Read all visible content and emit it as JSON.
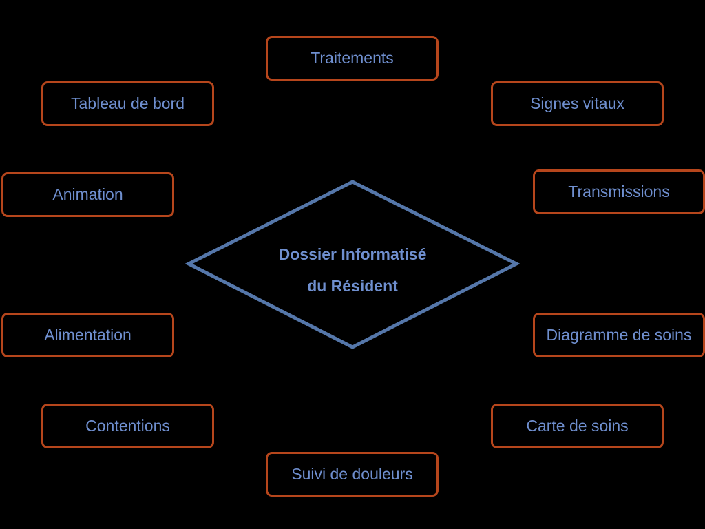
{
  "center": {
    "line1": "Dossier Informatisé",
    "line2": "du Résident"
  },
  "modules": {
    "traitements": "Traitements",
    "tableau_de_bord": "Tableau de bord",
    "signes_vitaux": "Signes vitaux",
    "animation": "Animation",
    "transmissions": "Transmissions",
    "alimentation": "Alimentation",
    "diagramme_de_soins": "Diagramme de soins",
    "contentions": "Contentions",
    "carte_de_soins": "Carte de soins",
    "suivi_de_douleurs": "Suivi de douleurs"
  },
  "colors": {
    "background": "#000000",
    "box_border": "#b6461c",
    "text": "#6f8fcf",
    "diamond_stroke": "#5577aa"
  }
}
